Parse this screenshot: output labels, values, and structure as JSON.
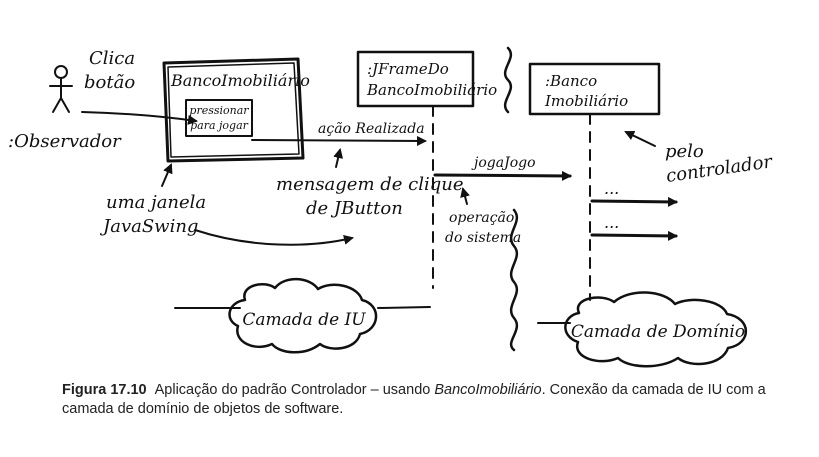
{
  "diagram": {
    "actor_label": ":Observador",
    "click_label": [
      "Clica",
      "botão"
    ],
    "window_title": "BancoImobiliário",
    "button_label": [
      "pressionar",
      "para jogar"
    ],
    "action_label": "ação Realizada",
    "jframe_label": [
      ":JFrameDo",
      "BancoImobiliário"
    ],
    "javaswing_label": [
      "uma janela",
      "JavaSwing"
    ],
    "click_message_label": [
      "mensagem de clique",
      "de JButton"
    ],
    "jogajogo_label": "jogaJogo",
    "system_op_label": [
      "operação",
      "do sistema"
    ],
    "domain_obj_label": [
      ":Banco",
      "Imobiliário"
    ],
    "controller_label": [
      "pelo",
      "controlador"
    ],
    "ellipsis": "...",
    "ui_layer_label": "Camada de IU",
    "domain_layer_label": "Camada de Domínio"
  },
  "caption": {
    "label": "Figura 17.10",
    "text_before": "Aplicação do padrão Controlador – usando ",
    "text_em": "BancoImobiliário",
    "text_after": ". Conexão da camada de IU com a camada de domínio de objetos de software."
  }
}
